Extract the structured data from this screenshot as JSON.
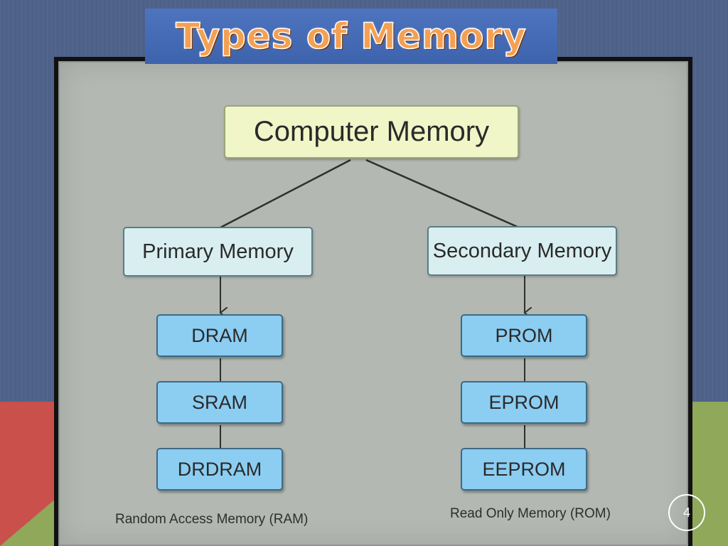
{
  "slide": {
    "title": "Types of Memory",
    "page_number": "4"
  },
  "diagram": {
    "root": "Computer Memory",
    "primary": {
      "label": "Primary Memory",
      "items": [
        "DRAM",
        "SRAM",
        "DRDRAM"
      ],
      "caption": "Random Access Memory (RAM)"
    },
    "secondary": {
      "label": "Secondary Memory",
      "items": [
        "PROM",
        "EPROM",
        "EEPROM"
      ],
      "caption": "Read Only Memory (ROM)"
    }
  },
  "colors": {
    "background": "#4d6189",
    "banner": "#4f74bf",
    "title_text": "#f4a052",
    "panel": "#b3b8b3",
    "root_box": "#f1f6c8",
    "branch_box": "#d8eef0",
    "leaf_box": "#8ccdf2",
    "accent_red": "#c9504b",
    "accent_green": "#8fa85a"
  }
}
